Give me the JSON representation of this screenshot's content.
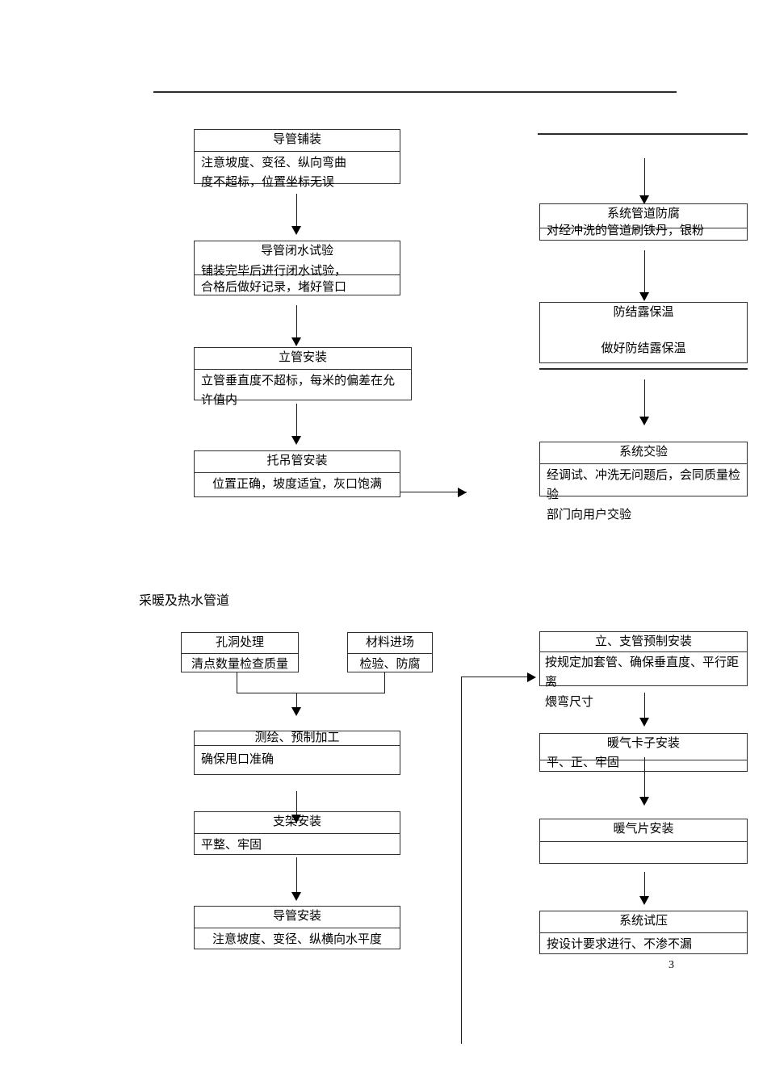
{
  "document": {
    "page_number": "3",
    "section_title": "采暖及热水管道"
  },
  "flow_top_left": {
    "nodes": [
      {
        "title": "导管铺装",
        "lines": [
          "注意坡度、变径、纵向弯曲",
          "度不超标，位置坐标无误"
        ]
      },
      {
        "title": "导管闭水试验",
        "lines": [
          "铺装完毕后进行闭水试验，",
          "合格后做好记录，堵好管口"
        ]
      },
      {
        "title": "立管安装",
        "lines": [
          "立管垂直度不超标，每米的偏差在允",
          "许值内"
        ]
      },
      {
        "title": "托吊管安装",
        "lines": [
          "位置正确，坡度适宜，灰口饱满"
        ]
      }
    ]
  },
  "flow_top_right": {
    "nodes": [
      {
        "title": "系统管道防腐",
        "lines": [
          "对经冲洗的管道刷铁丹，银粉"
        ]
      },
      {
        "title": "防结露保温",
        "lines": [
          "做好防结露保温"
        ]
      },
      {
        "title": "系统交验",
        "lines": [
          "经调试、冲洗无问题后，会同质量检验",
          "部门向用户交验"
        ]
      }
    ]
  },
  "flow_bottom_left": {
    "nodes": [
      {
        "title": "孔洞处理",
        "lines": [
          "清点数量检查质量"
        ]
      },
      {
        "title": "材料进场",
        "lines": [
          "检验、防腐"
        ]
      },
      {
        "title": "测绘、预制加工",
        "lines": [
          "确保甩口准确"
        ]
      },
      {
        "title": "支架安装",
        "lines": [
          "平整、牢固"
        ]
      },
      {
        "title": "导管安装",
        "lines": [
          "注意坡度、变径、纵横向水平度"
        ]
      }
    ]
  },
  "flow_bottom_right": {
    "nodes": [
      {
        "title": "立、支管预制安装",
        "lines": [
          "按规定加套管、确保垂直度、平行距离",
          "煨弯尺寸"
        ]
      },
      {
        "title": "暖气卡子安装",
        "lines": [
          "平、正、牢固"
        ]
      },
      {
        "title": "暖气片安装",
        "lines": [
          ""
        ]
      },
      {
        "title": "系统试压",
        "lines": [
          "按设计要求进行、不渗不漏"
        ]
      }
    ]
  },
  "colors": {
    "ink": "#000000",
    "rule": "#2b2b2b",
    "box_border": "#2f2f2f",
    "page_background": "#ffffff"
  }
}
